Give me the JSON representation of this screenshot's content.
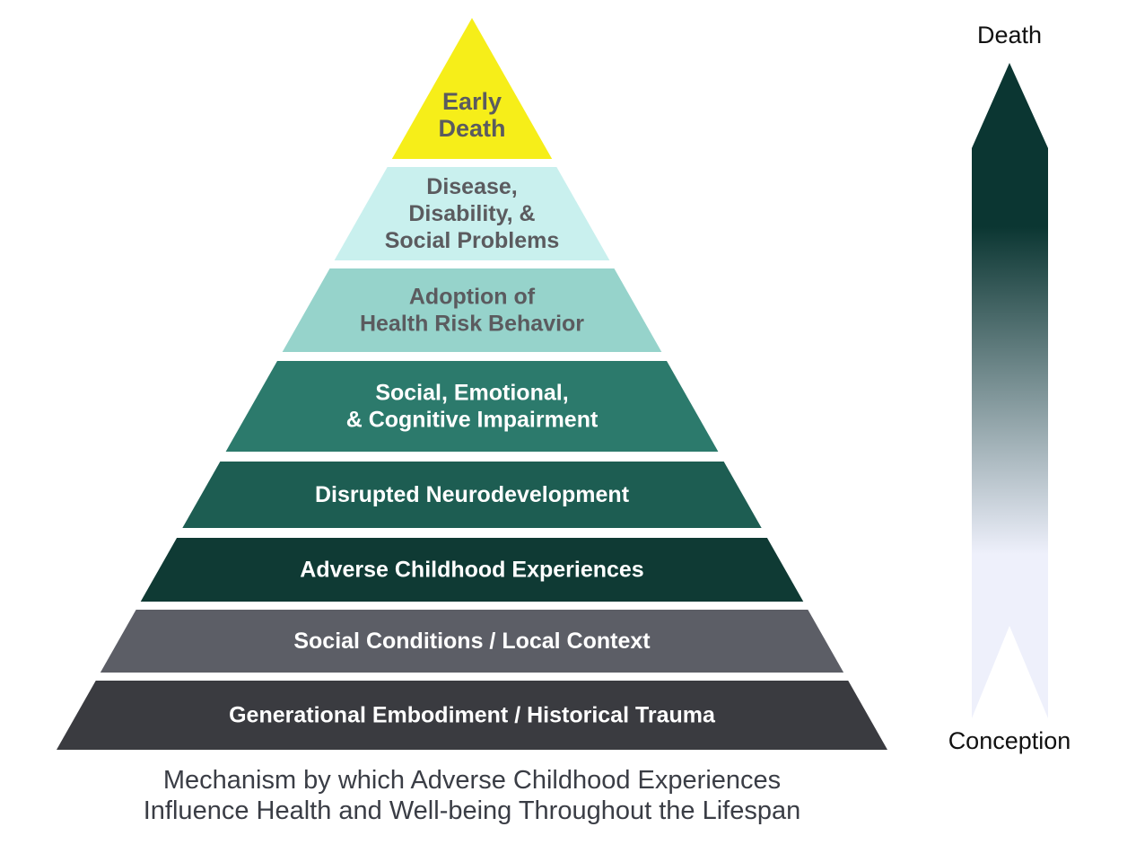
{
  "pyramid": {
    "tiers": [
      {
        "lines": [
          "Early",
          "Death"
        ],
        "color": "#f6ee19",
        "text_color": "#5b5b5f"
      },
      {
        "lines": [
          "Disease,",
          "Disability, &",
          "Social Problems"
        ],
        "color": "#c9f0ee",
        "text_color": "#5b5b5f"
      },
      {
        "lines": [
          "Adoption of",
          "Health Risk Behavior"
        ],
        "color": "#96d3cb",
        "text_color": "#5b5b5f"
      },
      {
        "lines": [
          "Social, Emotional,",
          "& Cognitive Impairment"
        ],
        "color": "#2c7a6c",
        "text_color": "#ffffff"
      },
      {
        "lines": [
          "Disrupted Neurodevelopment"
        ],
        "color": "#1d5d52",
        "text_color": "#ffffff"
      },
      {
        "lines": [
          "Adverse Childhood Experiences"
        ],
        "color": "#0f3a34",
        "text_color": "#ffffff"
      },
      {
        "lines": [
          "Social Conditions / Local Context"
        ],
        "color": "#5c5e66",
        "text_color": "#ffffff"
      },
      {
        "lines": [
          "Generational Embodiment / Historical Trauma"
        ],
        "color": "#3a3b40",
        "text_color": "#ffffff"
      }
    ]
  },
  "caption": {
    "line1": "Mechanism by which Adverse Childhood Experiences",
    "line2": "Influence Health and Well-being Throughout the Lifespan"
  },
  "arrow": {
    "top_label": "Death",
    "bottom_label": "Conception",
    "color_top": "#0b3632",
    "color_bottom": "#eef0fb"
  }
}
